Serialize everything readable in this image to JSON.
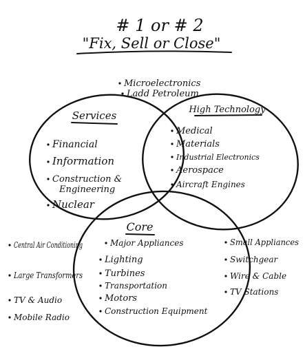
{
  "title": {
    "line1": "# 1 or # 2",
    "line2": "\"Fix, Sell or Close\""
  },
  "circles": {
    "services": {
      "label": "Services",
      "items": [
        "Financial",
        "Information",
        "Construction &",
        "Engineering",
        "Nuclear"
      ]
    },
    "high_technology": {
      "label": "High Technology",
      "items": [
        "Medical",
        "Materials",
        "Industrial Electronics",
        "Aerospace",
        "Aircraft Engines"
      ]
    },
    "core": {
      "label": "Core",
      "items": [
        "Major Appliances",
        "Lighting",
        "Turbines",
        "Transportation",
        "Motors",
        "Construction Equipment"
      ]
    }
  },
  "overlap_services_hightech": [
    "Microelectronics",
    "Ladd Petroleum"
  ],
  "outside_left": [
    "Central Air Conditioning",
    "Large Transformers",
    "TV & Audio",
    "Mobile Radio"
  ],
  "outside_right": [
    "Small Appliances",
    "Switchgear",
    "Wire & Cable",
    "TV Stations"
  ]
}
